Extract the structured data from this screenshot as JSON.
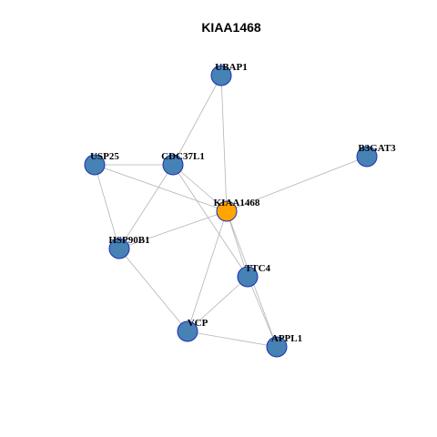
{
  "title": "KIAA1468",
  "colors": {
    "default_node": "#4682b4",
    "center_node": "#ffa500",
    "node_border": "#1c2fb4",
    "edge": "#b4b4b4"
  },
  "graph": {
    "nodes": [
      {
        "id": "UBAP1",
        "label": "UBAP1",
        "type": "default"
      },
      {
        "id": "B3GAT3",
        "label": "B3GAT3",
        "type": "default"
      },
      {
        "id": "USP25",
        "label": "USP25",
        "type": "default"
      },
      {
        "id": "CDC37L1",
        "label": "CDC37L1",
        "type": "default"
      },
      {
        "id": "KIAA1468",
        "label": "KIAA1468",
        "type": "center"
      },
      {
        "id": "HSP90B1",
        "label": "HSP90B1",
        "type": "default"
      },
      {
        "id": "TTC4",
        "label": "TTC4",
        "type": "default"
      },
      {
        "id": "VCP",
        "label": "VCP",
        "type": "default"
      },
      {
        "id": "APPL1",
        "label": "APPL1",
        "type": "default"
      }
    ],
    "edges": [
      [
        "UBAP1",
        "CDC37L1"
      ],
      [
        "UBAP1",
        "KIAA1468"
      ],
      [
        "B3GAT3",
        "KIAA1468"
      ],
      [
        "USP25",
        "CDC37L1"
      ],
      [
        "USP25",
        "KIAA1468"
      ],
      [
        "USP25",
        "HSP90B1"
      ],
      [
        "CDC37L1",
        "KIAA1468"
      ],
      [
        "CDC37L1",
        "HSP90B1"
      ],
      [
        "CDC37L1",
        "TTC4"
      ],
      [
        "KIAA1468",
        "HSP90B1"
      ],
      [
        "KIAA1468",
        "TTC4"
      ],
      [
        "KIAA1468",
        "VCP"
      ],
      [
        "KIAA1468",
        "APPL1"
      ],
      [
        "HSP90B1",
        "VCP"
      ],
      [
        "TTC4",
        "VCP"
      ],
      [
        "TTC4",
        "APPL1"
      ],
      [
        "VCP",
        "APPL1"
      ]
    ]
  }
}
